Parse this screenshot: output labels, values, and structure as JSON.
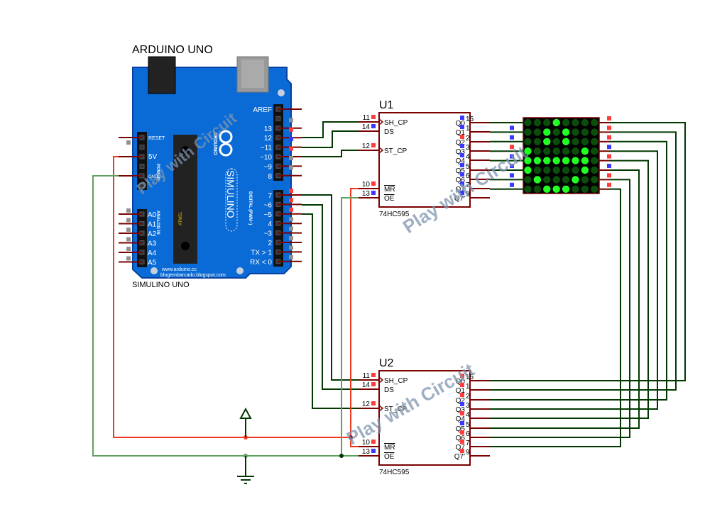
{
  "colors": {
    "board": "#0a6bd6",
    "pin_wire": "#7a0000",
    "signal_wire": "#003800",
    "power_wire": "#f03a20",
    "ground_wire": "#5fa05f",
    "state_high": "#ff3b3b",
    "state_low": "#3a3aff",
    "state_none": "#909090",
    "led_on": "#22ff22",
    "led_off": "#0b4d0b"
  },
  "arduino": {
    "title": "ARDUINO UNO",
    "subtitle": "SIMULINO UNO",
    "brand": "SIMULINO",
    "logo_text": "ARDUINO",
    "chip_text": "ATMEL",
    "url1": "www.arduino.cc",
    "url2": "blogembarcado.blogspot.com",
    "power_label": "POWER",
    "analog_label": "ANALOG IN",
    "digital_label": "DIGITAL (PWM~)",
    "power_pins": [
      {
        "label": "RESET",
        "state": "none"
      },
      {
        "label": "",
        "state": ""
      },
      {
        "label": "5V",
        "state": ""
      },
      {
        "label": "",
        "state": ""
      },
      {
        "label": "GND",
        "state": ""
      },
      {
        "label": "",
        "state": ""
      }
    ],
    "analog_pins": [
      {
        "label": "A0",
        "state": "none"
      },
      {
        "label": "A1",
        "state": "none"
      },
      {
        "label": "A2",
        "state": "none"
      },
      {
        "label": "A3",
        "state": "none"
      },
      {
        "label": "A4",
        "state": "none"
      },
      {
        "label": "A5",
        "state": "none"
      }
    ],
    "digital_upper": [
      {
        "label": "AREF",
        "state": ""
      },
      {
        "label": "",
        "state": "none"
      },
      {
        "label": "13",
        "state": "high"
      },
      {
        "label": "12",
        "state": "low"
      },
      {
        "label": "~11",
        "state": "high"
      },
      {
        "label": "~10",
        "state": "none"
      },
      {
        "label": "~9",
        "state": "none"
      },
      {
        "label": "8",
        "state": ""
      }
    ],
    "digital_lower": [
      {
        "label": "7",
        "state": "high"
      },
      {
        "label": "~6",
        "state": "high"
      },
      {
        "label": "~5",
        "state": "high"
      },
      {
        "label": "4",
        "state": "none"
      },
      {
        "label": "~3",
        "state": "none"
      },
      {
        "label": "2",
        "state": "none"
      },
      {
        "label": "TX > 1",
        "state": "none"
      },
      {
        "label": "RX < 0",
        "state": "none"
      }
    ]
  },
  "chips": [
    {
      "ref": "U1",
      "part": "74HC595",
      "left_pins": [
        {
          "num": "11",
          "name": "SH_CP",
          "clock": true,
          "state": "high"
        },
        {
          "num": "14",
          "name": "DS",
          "clock": false,
          "state": "low"
        },
        {
          "num": "12",
          "name": "ST_CP",
          "clock": true,
          "state": "high"
        },
        {
          "num": "10",
          "name": "MR",
          "overbar": true,
          "state": "high"
        },
        {
          "num": "13",
          "name": "OE",
          "overbar": true,
          "state": "low"
        }
      ],
      "right_pins": [
        {
          "num": "15",
          "name": "Q0",
          "state": "low"
        },
        {
          "num": "1",
          "name": "Q1",
          "state": "low"
        },
        {
          "num": "2",
          "name": "Q2",
          "state": "high"
        },
        {
          "num": "3",
          "name": "Q3",
          "state": "low"
        },
        {
          "num": "4",
          "name": "Q4",
          "state": "low"
        },
        {
          "num": "5",
          "name": "Q5",
          "state": "low"
        },
        {
          "num": "6",
          "name": "Q6",
          "state": "low"
        },
        {
          "num": "7",
          "name": "Q7",
          "state": "low"
        },
        {
          "num": "9",
          "name": "Q7'",
          "state": "low"
        }
      ]
    },
    {
      "ref": "U2",
      "part": "74HC595",
      "left_pins": [
        {
          "num": "11",
          "name": "SH_CP",
          "clock": true,
          "state": "high"
        },
        {
          "num": "14",
          "name": "DS",
          "clock": false,
          "state": "high"
        },
        {
          "num": "12",
          "name": "ST_CP",
          "clock": true,
          "state": "high"
        },
        {
          "num": "10",
          "name": "MR",
          "overbar": true,
          "state": "high"
        },
        {
          "num": "13",
          "name": "OE",
          "overbar": true,
          "state": "low"
        }
      ],
      "right_pins": [
        {
          "num": "15",
          "name": "Q0",
          "state": "high"
        },
        {
          "num": "1",
          "name": "Q1",
          "state": "high"
        },
        {
          "num": "2",
          "name": "Q2",
          "state": "high"
        },
        {
          "num": "3",
          "name": "Q3",
          "state": "low"
        },
        {
          "num": "4",
          "name": "Q4",
          "state": "high"
        },
        {
          "num": "5",
          "name": "Q5",
          "state": "low"
        },
        {
          "num": "6",
          "name": "Q6",
          "state": "high"
        },
        {
          "num": "7",
          "name": "Q7",
          "state": "high"
        },
        {
          "num": "9",
          "name": "Q7'",
          "state": "high"
        }
      ]
    }
  ],
  "led_matrix": {
    "rows": [
      [
        0,
        0,
        0,
        1,
        0,
        0,
        0,
        0
      ],
      [
        0,
        0,
        1,
        0,
        1,
        0,
        0,
        0
      ],
      [
        0,
        0,
        1,
        0,
        1,
        0,
        0,
        0
      ],
      [
        1,
        0,
        0,
        0,
        0,
        0,
        1,
        0
      ],
      [
        1,
        1,
        1,
        1,
        1,
        1,
        1,
        0
      ],
      [
        1,
        0,
        0,
        0,
        0,
        0,
        1,
        0
      ],
      [
        0,
        1,
        0,
        0,
        0,
        1,
        0,
        0
      ],
      [
        0,
        0,
        1,
        1,
        1,
        0,
        0,
        0
      ]
    ],
    "left_states": [
      "",
      "low",
      "low",
      "high",
      "low",
      "low",
      "low",
      "low"
    ],
    "right_states": [
      "high",
      "high",
      "high",
      "low",
      "high",
      "low",
      "high",
      "high"
    ]
  },
  "watermark": "Play with Circuit"
}
